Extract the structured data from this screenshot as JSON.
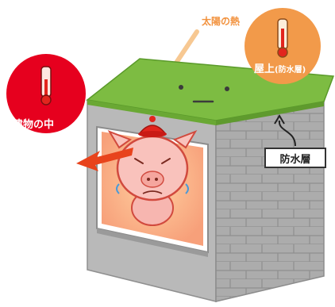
{
  "labels": {
    "sun_heat": "太陽の熱",
    "roof_main": "屋上",
    "roof_sub": "(防水層)",
    "building_inside": "建物の中",
    "waterproof_layer": "防水層"
  },
  "colors": {
    "roof_green": "#7dbc42",
    "wall_gray": "#a9a9a9",
    "inside_bubble": "#e6001e",
    "roof_bubble": "#f29a4a",
    "sun_text": "#f2913c",
    "heat_arrow": "#e8431c"
  },
  "icons": [
    "thermometer-icon",
    "thermometer-icon",
    "pig-character",
    "arrow-icon"
  ]
}
